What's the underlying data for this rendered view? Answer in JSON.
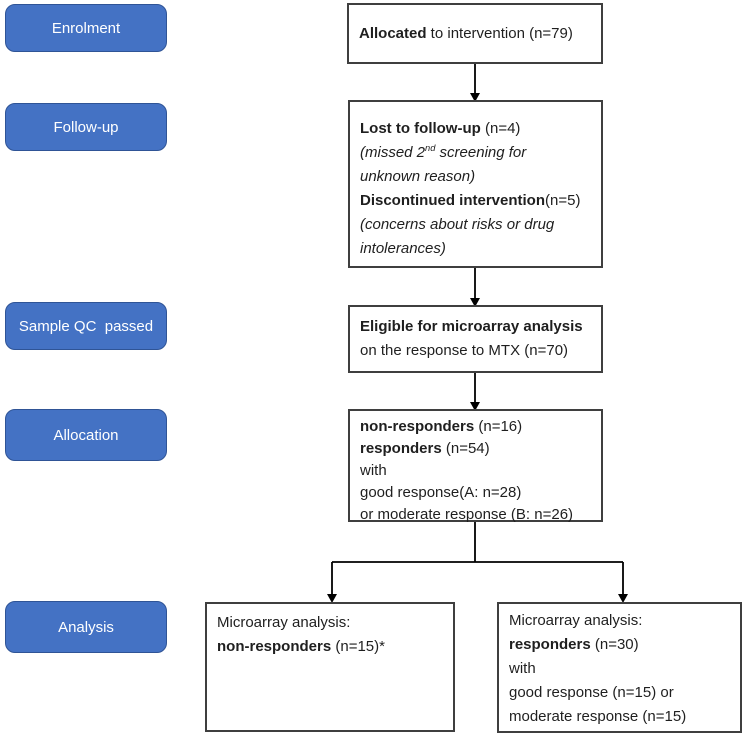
{
  "figure_type": "study-flow-diagram",
  "colors": {
    "stage_fill": "#4472C4",
    "stage_border": "#2F5496",
    "stage_text": "#FFFFFF",
    "flow_box_border": "#3F3F3F",
    "flow_box_fill": "#FFFFFF",
    "text": "#1F1F1F",
    "arrow": "#000000"
  },
  "stages": [
    {
      "label": "Enrolment"
    },
    {
      "label": "Follow-up"
    },
    {
      "label": "Sample QC  passed"
    },
    {
      "label": "Allocation"
    },
    {
      "label": "Analysis"
    }
  ],
  "flow": {
    "allocated": {
      "bold": "Allocated",
      "rest": " to intervention (n=79)"
    },
    "followup": {
      "l1_bold": "Lost to follow-up",
      "l1_rest": " (n=4)",
      "l2_pre": "(missed 2",
      "l2_sup": "nd",
      "l2_post": " screening for",
      "l3": "unknown reason)",
      "l4_bold": "Discontinued intervention",
      "l4_rest": "(n=5)",
      "l5": "(concerns about risks or drug",
      "l6": "intolerances)"
    },
    "eligible": {
      "l1": "Eligible for microarray analysis",
      "l2": "on the response to MTX (n=70)"
    },
    "allocation": {
      "l1_bold": "non-responders",
      "l1_rest": " (n=16)",
      "l2_bold": "responders",
      "l2_rest": " (n=54)",
      "l3": "with",
      "l4": "good response(A: n=28)",
      "l5": "or moderate response (B: n=26)"
    },
    "analysis_left": {
      "l1": "Microarray analysis:",
      "l2_bold": "non-responders",
      "l2_rest": " (n=15)*"
    },
    "analysis_right": {
      "l1": "Microarray analysis:",
      "l2_bold": "responders",
      "l2_rest": " (n=30)",
      "l3": "with",
      "l4": "good response (n=15) or",
      "l5": "moderate response (n=15)"
    }
  }
}
